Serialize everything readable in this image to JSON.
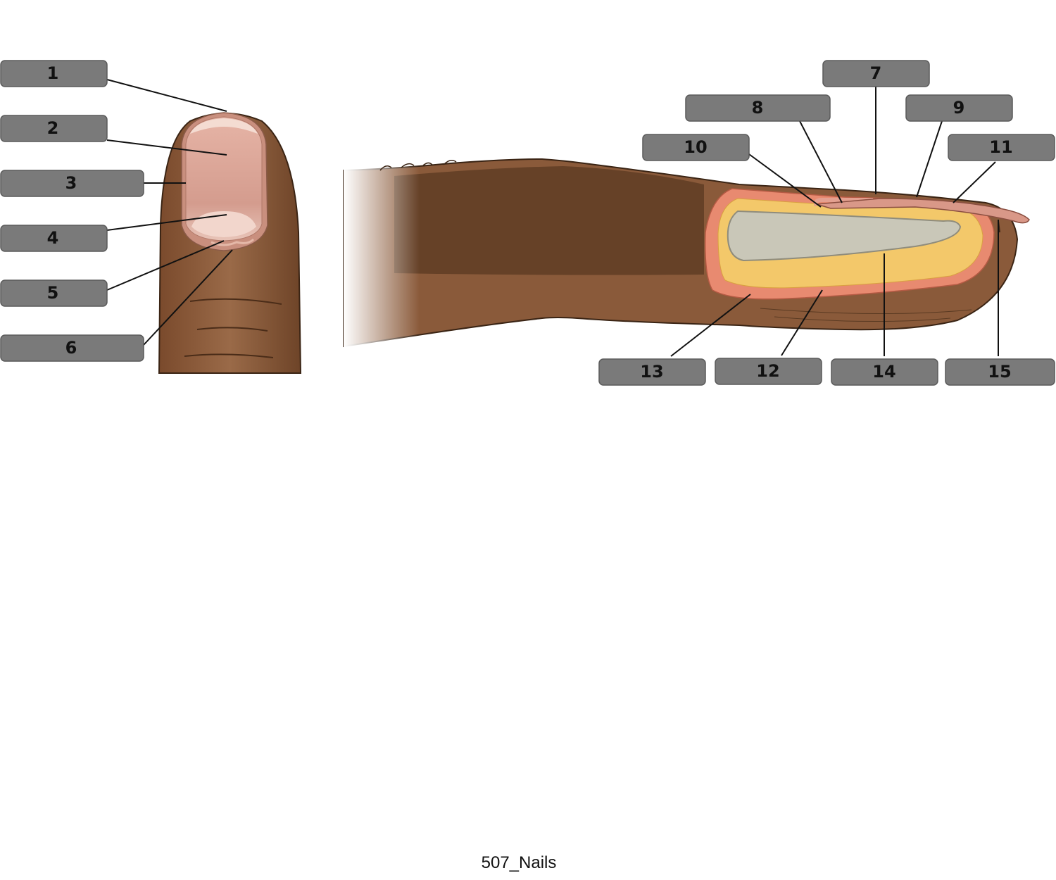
{
  "caption": "507_Nails",
  "colors": {
    "skin": "#8a5a3a",
    "skin_dark": "#5a3a22",
    "nail": "#dba79a",
    "lunula": "#f0d2c8",
    "fat": "#f3c86a",
    "bone": "#c9c7b8",
    "dermis": "#e88a70",
    "label_box": "#7a7a7a"
  },
  "labels": [
    {
      "id": "1",
      "text": "1"
    },
    {
      "id": "2",
      "text": "2"
    },
    {
      "id": "3",
      "text": "3"
    },
    {
      "id": "4",
      "text": "4"
    },
    {
      "id": "5",
      "text": "5"
    },
    {
      "id": "6",
      "text": "6"
    },
    {
      "id": "7",
      "text": "7"
    },
    {
      "id": "8",
      "text": "8"
    },
    {
      "id": "9",
      "text": "9"
    },
    {
      "id": "10",
      "text": "10"
    },
    {
      "id": "11",
      "text": "11"
    },
    {
      "id": "12",
      "text": "12"
    },
    {
      "id": "13",
      "text": "13"
    },
    {
      "id": "14",
      "text": "14"
    },
    {
      "id": "15",
      "text": "15"
    }
  ]
}
